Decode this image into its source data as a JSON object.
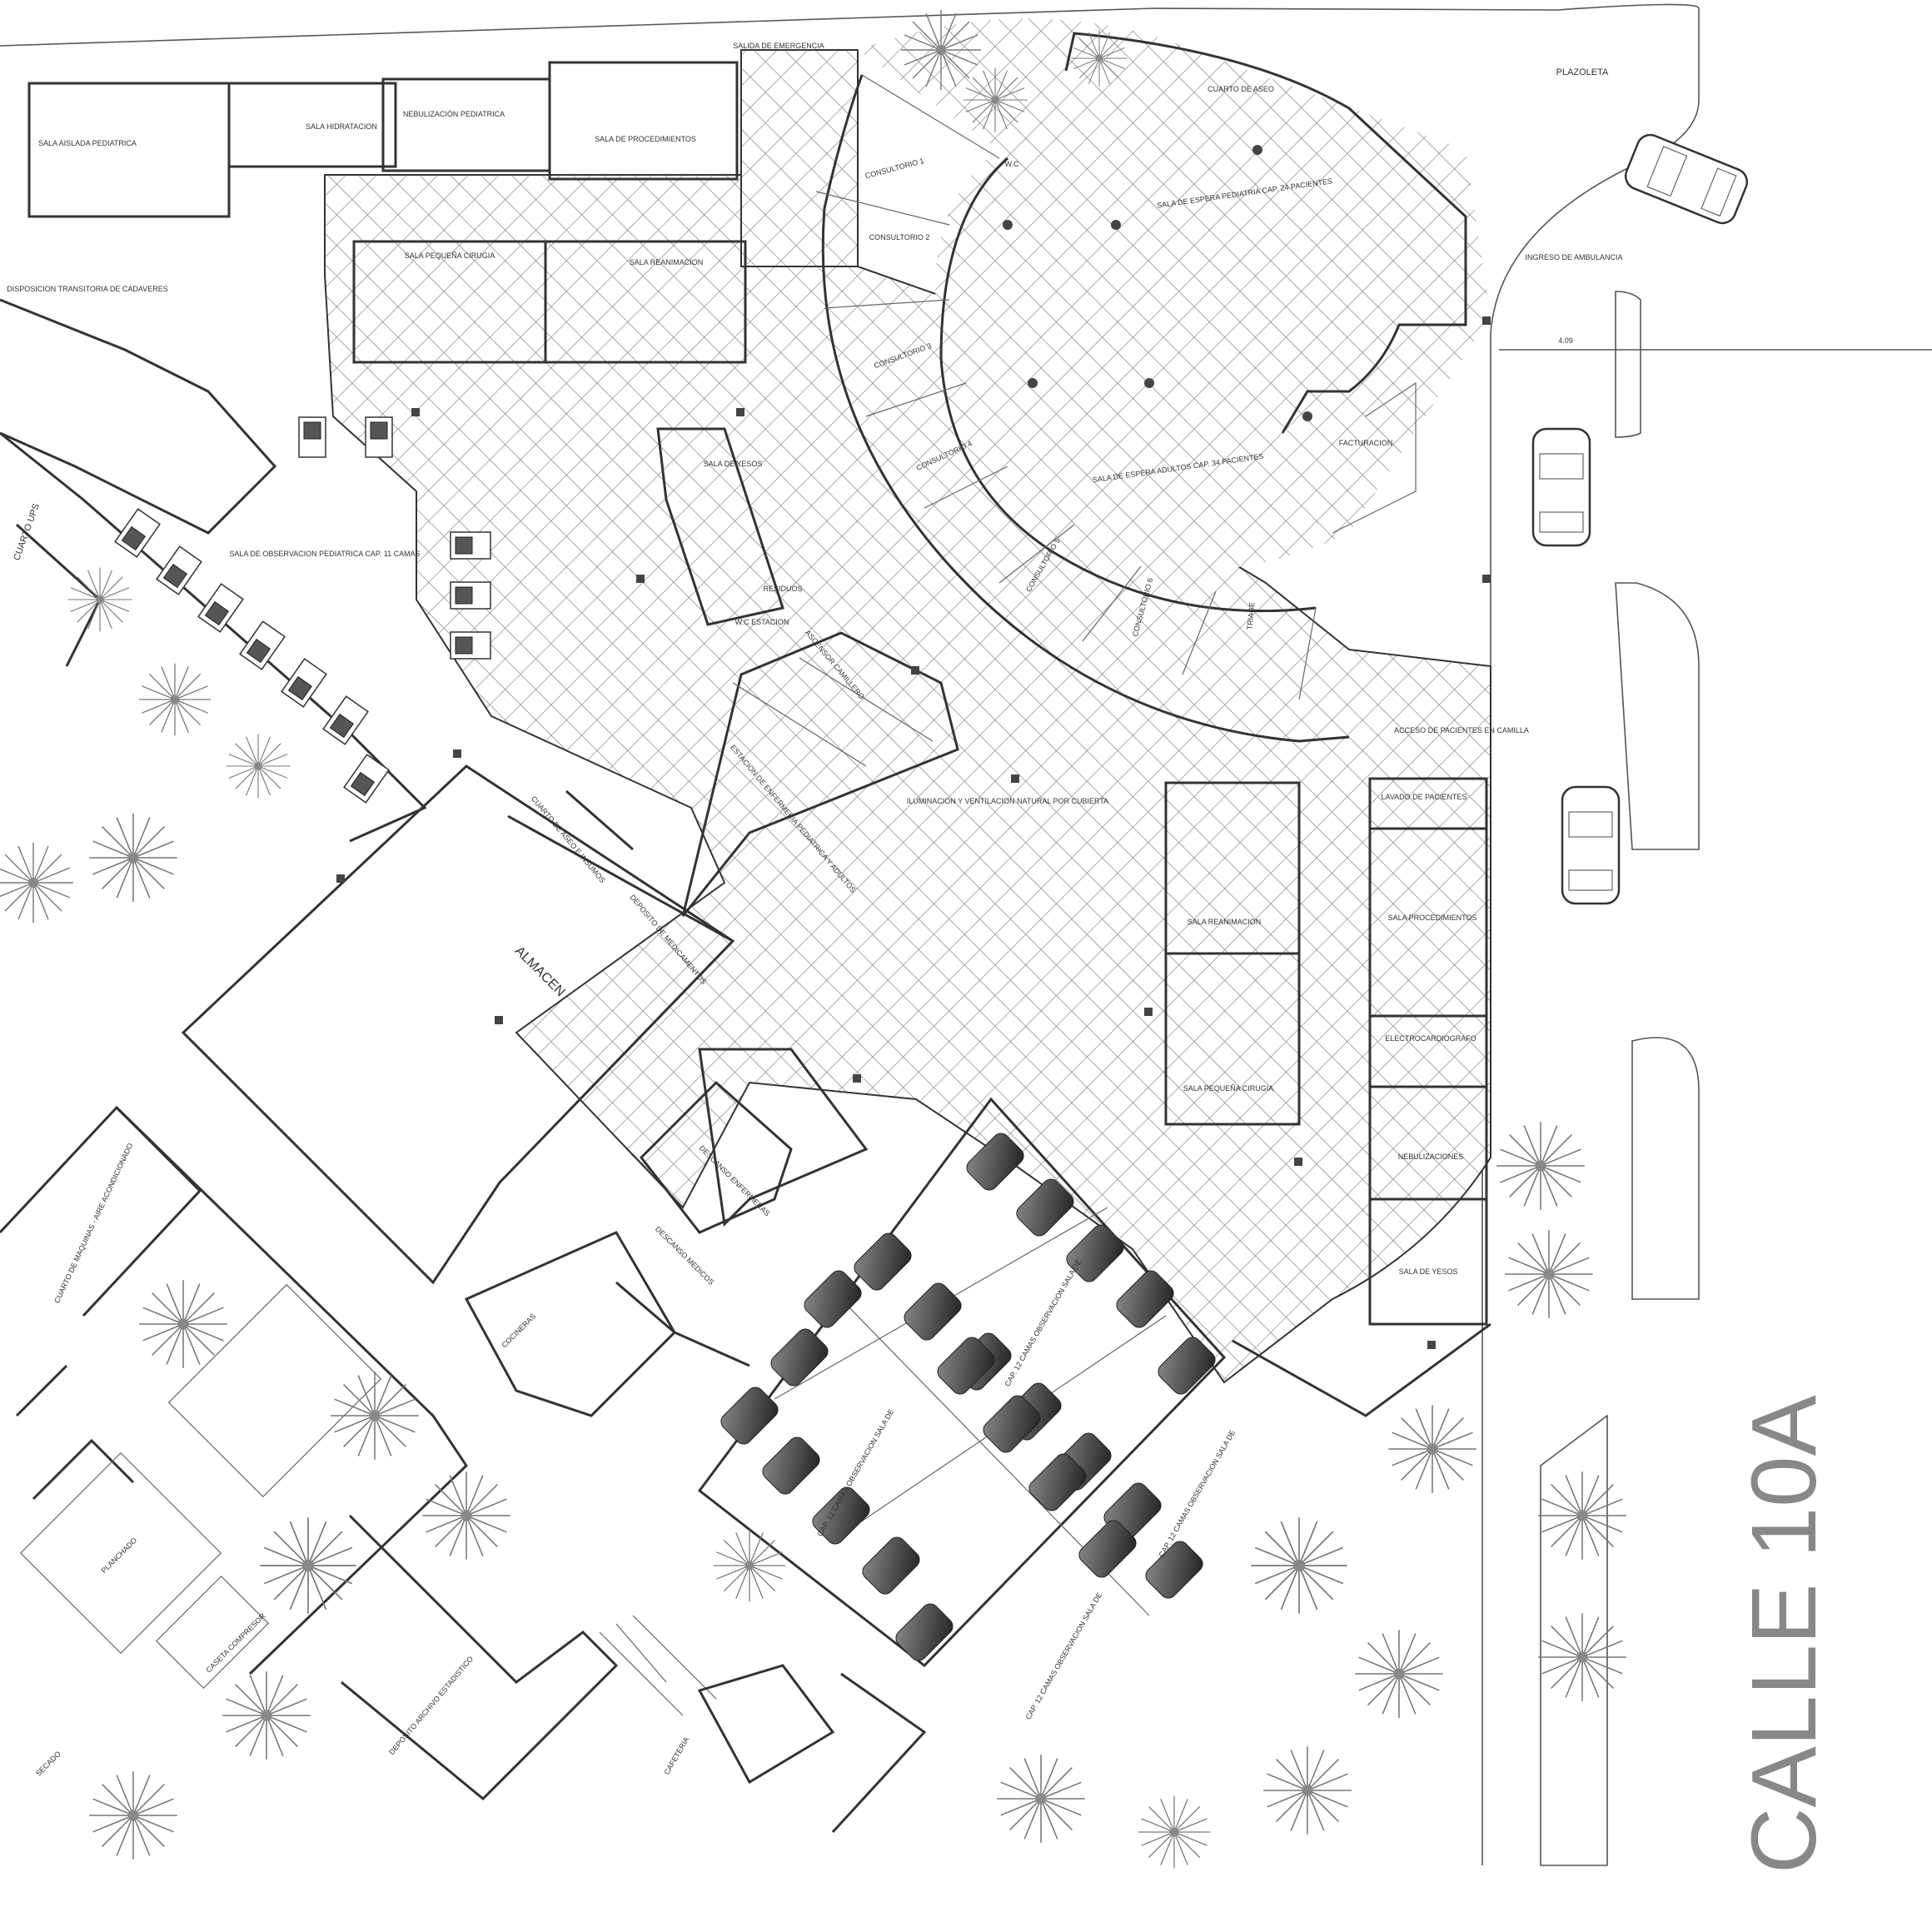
{
  "street": {
    "name": "CALLE 10A"
  },
  "exterior": {
    "plazoleta": "PLAZOLETA",
    "ingreso_ambulancia": "INGRESO DE AMBULANCIA",
    "acceso_pacientes": "ACCESO DE PACIENTES EN CAMILLA",
    "salida_emergencia": "SALIDA DE EMERGENCIA",
    "dimension_409": "4.09"
  },
  "rooms_top": {
    "sala_aislada": "SALA AISLADA PEDIATRICA",
    "sala_hidratacion": "SALA HIDRATACION",
    "nebulizacion": "NEBULIZACIÓN PEDIATRICA",
    "sala_procedimientos": "SALA DE PROCEDIMIENTOS",
    "sala_pequena_cirugia": "SALA PEQUEÑA CIRUGIA",
    "sala_reanimacion": "SALA REANIMACION",
    "disposicion": "DISPOSICION TRANSITORIA DE CADAVERES",
    "cuarto_aseo_top": "CUARTO DE ASEO",
    "observacion_pediatrica": "SALA DE OBSERVACION PEDIATRICA CAP. 11 CAMAS",
    "sala_yesos_top": "SALA DE YESOS",
    "wc_estacion": "W.C ESTACION",
    "residuos": "RESIDUOS",
    "cuarto_ups": "CUARTO UPS"
  },
  "rooms_arc": {
    "consultorio_1": "CONSULTORIO 1",
    "consultorio_2": "CONSULTORIO 2",
    "consultorio_3": "CONSULTORIO 3",
    "consultorio_4": "CONSULTORIO 4",
    "consultorio_5": "CONSULTORIO 5",
    "consultorio_6": "CONSULTORIO 6",
    "triage": "TRIAGE",
    "facturacion": "FACTURACION",
    "wc": "W.C",
    "espera_pediatria": "SALA DE ESPERA PEDIATRIA CAP. 24 PACIENTES",
    "espera_adultos": "SALA DE ESPERA ADULTOS CAP. 34 PACIENTES"
  },
  "rooms_center": {
    "estacion_enfermeria": "ESTACION DE ENFERMERIA PEDIATRICA Y ADULTOS",
    "ascensor": "ASCENSOR CAMILLERO",
    "almacen": "ALMACEN",
    "cuarto_aseo_insumos": "CUARTO DE ASEO E INSUMOS",
    "deposito_medicamentos": "DEPOSITO DE MEDICAMENTOS",
    "descanso_enfermeras": "DESCANSO ENFERMERAS",
    "descanso_medicos": "DESCANSO MEDICOS",
    "iluminacion": "ILUMINACION Y VENTILACION NATURAL POR CUBIERTA"
  },
  "rooms_right": {
    "lavado_pacientes": "LAVADO DE PACIENTES",
    "sala_reanimacion_r": "SALA REANIMACION",
    "sala_procedimientos_r": "SALA PROCEDIMIENTOS",
    "sala_pequena_cirugia_r": "SALA PEQUEÑA CIRUGIA",
    "electrocardiografo": "ELECTROCARDIOGRAFO",
    "nebulizaciones": "NEBULIZACIONES",
    "sala_yesos_r": "SALA DE YESOS"
  },
  "rooms_bottom": {
    "observacion_1": "CAP. 12 CAMAS OBSERVACION SALA DE",
    "observacion_2": "CAP. 12 CAMAS OBSERVACION SALA DE",
    "observacion_3": "CAP. 12 CAMAS OBSERVACION SALA DE",
    "observacion_4": "CAP. 12 CAMAS OBSERVACION SALA DE",
    "cuarto_maquinas": "CUARTO DE MAQUINAS - AIRE ACONDICIONADO",
    "planchado": "PLANCHADO",
    "secado": "SECADO",
    "caseta_compresor": "CASETA COMPRESOR",
    "deposito_archivo": "DEPOSITO ARCHIVO ESTADISTICO",
    "cafeteria": "CAFETERIA",
    "cocineras": "COCINERAS"
  },
  "colors": {
    "line": "#333333",
    "hatch": "#777777",
    "text": "#333333",
    "street_text": "#888888"
  }
}
